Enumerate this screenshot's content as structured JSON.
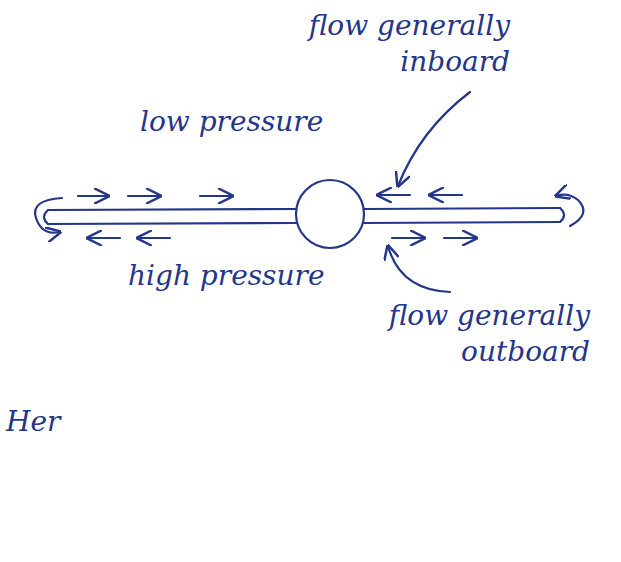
{
  "diagram": {
    "labels": [
      "flow generally inboard",
      "low pressure",
      "high pressure",
      "flow generally outboard",
      "Her"
    ]
  }
}
